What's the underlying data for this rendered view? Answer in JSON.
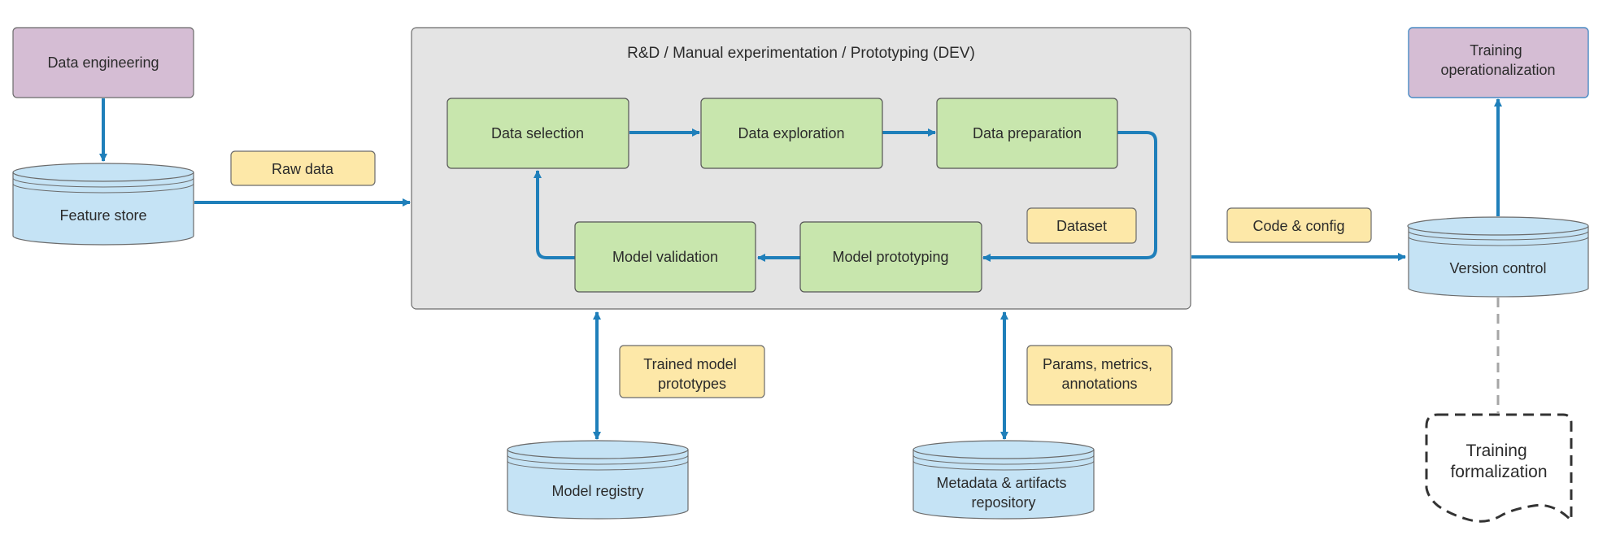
{
  "container": {
    "title": "R&D / Manual experimentation / Prototyping (DEV)"
  },
  "nodes": {
    "data_engineering": "Data engineering",
    "feature_store": "Feature store",
    "data_selection": "Data selection",
    "data_exploration": "Data exploration",
    "data_preparation": "Data preparation",
    "model_validation": "Model validation",
    "model_prototyping": "Model prototyping",
    "training_operationalization": [
      "Training",
      "operationalization"
    ],
    "version_control": "Version control",
    "model_registry": "Model registry",
    "metadata_repository": [
      "Metadata & artifacts",
      "repository"
    ],
    "training_formalization": [
      "Training",
      "formalization"
    ]
  },
  "labels": {
    "raw_data": "Raw data",
    "dataset": "Dataset",
    "code_config": "Code & config",
    "trained_model_prototypes": [
      "Trained model",
      "prototypes"
    ],
    "params_metrics": [
      "Params, metrics,",
      "annotations"
    ]
  },
  "colors": {
    "arrow": "#1f7fba",
    "process_fill": "#c8e6ad",
    "external_fill": "#d5bdd4",
    "store_fill": "#c5e3f5",
    "label_fill": "#fde8a8",
    "container_fill": "#e4e4e4",
    "dashed": "#a6a6a6"
  }
}
